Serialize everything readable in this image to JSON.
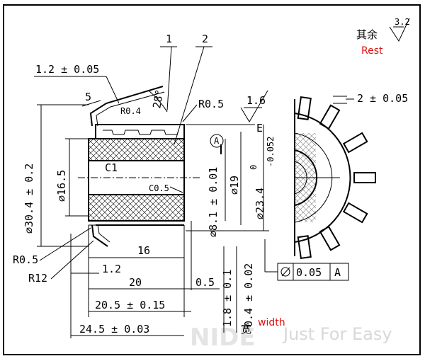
{
  "roughness": {
    "label_cn": "其余",
    "label_en": "Rest",
    "value": "3.2"
  },
  "parts": {
    "p1": "1",
    "p2": "2"
  },
  "dims": {
    "tab_thick": "1.2 ± 0.05",
    "tab_len": "5",
    "angle": "28°",
    "r04": "R0.4",
    "r05_top": "R0.5",
    "surface_16": "1.6",
    "datum_e": "E",
    "datum_a": "A",
    "od": "∅30.4 ± 0.2",
    "bore": "∅16.5",
    "c1": "C1",
    "c05": "C0.5",
    "d81": "∅8.1 ± 0.01",
    "d19": "∅19",
    "d234": "∅23.4",
    "d234_up": "0",
    "d234_low": "-0.052",
    "slot_w": "2 ± 0.05",
    "r05_bot": "R0.5",
    "r12": "R12",
    "l16": "16",
    "l12": "1.2",
    "l20": "20",
    "l05": "0.5",
    "l205": "20.5 ± 0.15",
    "l245": "24.5 ± 0.03",
    "l18": "1.8 ± 0.1",
    "l04": "0.4 ± 0.02",
    "width_cn": "宽",
    "width_en": "width",
    "tol_val": "0.05",
    "tol_ref": "A"
  },
  "watermark": {
    "brand": "NIDE",
    "slogan": "Just For Easy"
  }
}
